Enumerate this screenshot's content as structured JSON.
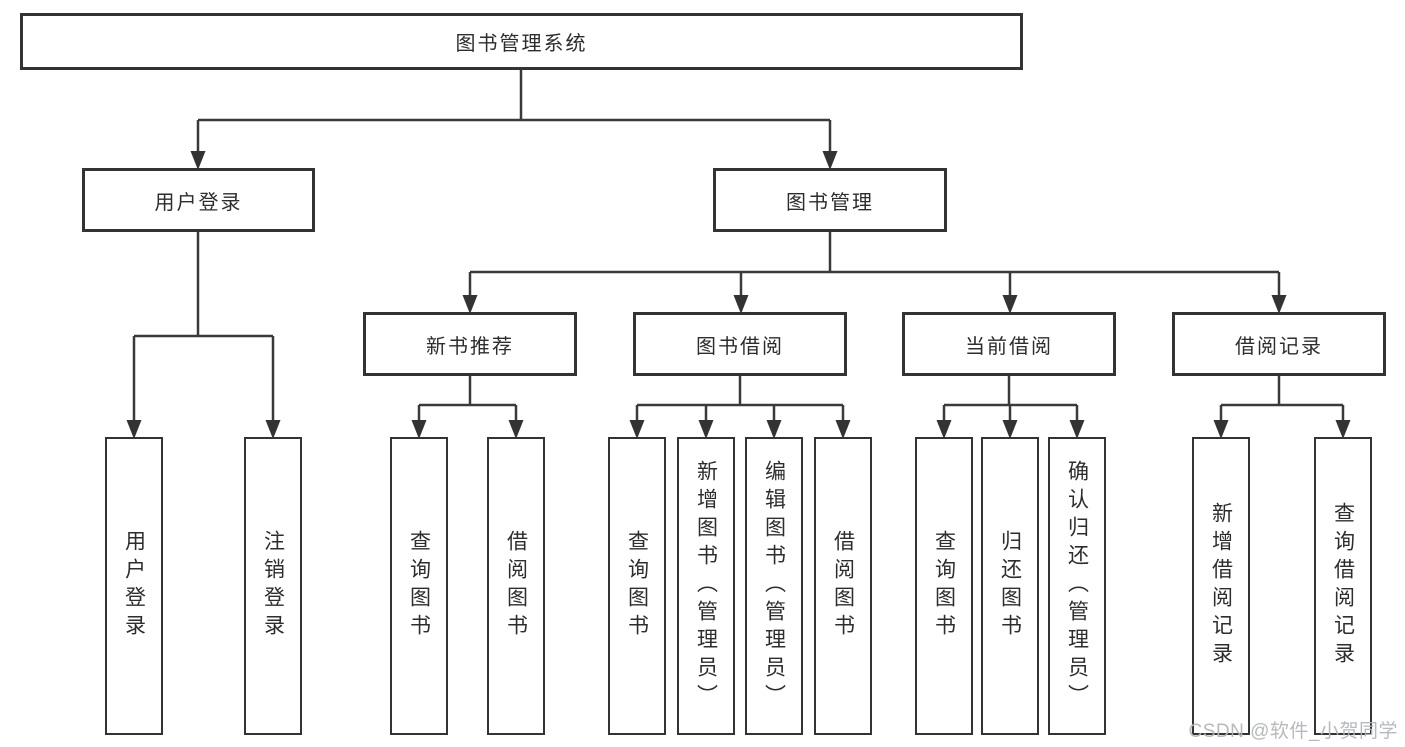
{
  "diagram": {
    "root": {
      "label": "图书管理系统"
    },
    "branches": [
      {
        "label": "用户登录",
        "children": [
          {
            "label": "用户登录"
          },
          {
            "label": "注销登录"
          }
        ]
      },
      {
        "label": "图书管理",
        "children": [
          {
            "label": "新书推荐",
            "children": [
              {
                "label": "查询图书"
              },
              {
                "label": "借阅图书"
              }
            ]
          },
          {
            "label": "图书借阅",
            "children": [
              {
                "label": "查询图书"
              },
              {
                "label": "新增图书（管理员）"
              },
              {
                "label": "编辑图书（管理员）"
              },
              {
                "label": "借阅图书"
              }
            ]
          },
          {
            "label": "当前借阅",
            "children": [
              {
                "label": "查询图书"
              },
              {
                "label": "归还图书"
              },
              {
                "label": "确认归还（管理员）"
              }
            ]
          },
          {
            "label": "借阅记录",
            "children": [
              {
                "label": "新增借阅记录"
              },
              {
                "label": "查询借阅记录"
              }
            ]
          }
        ]
      }
    ]
  },
  "colors": {
    "line": "#3a3a3a",
    "node_border": "#333333",
    "node_text": "#2d2d2d",
    "watermark_text": "#b2b5b9",
    "background": "#ffffff"
  },
  "watermark": "CSDN @软件_小贺同学"
}
